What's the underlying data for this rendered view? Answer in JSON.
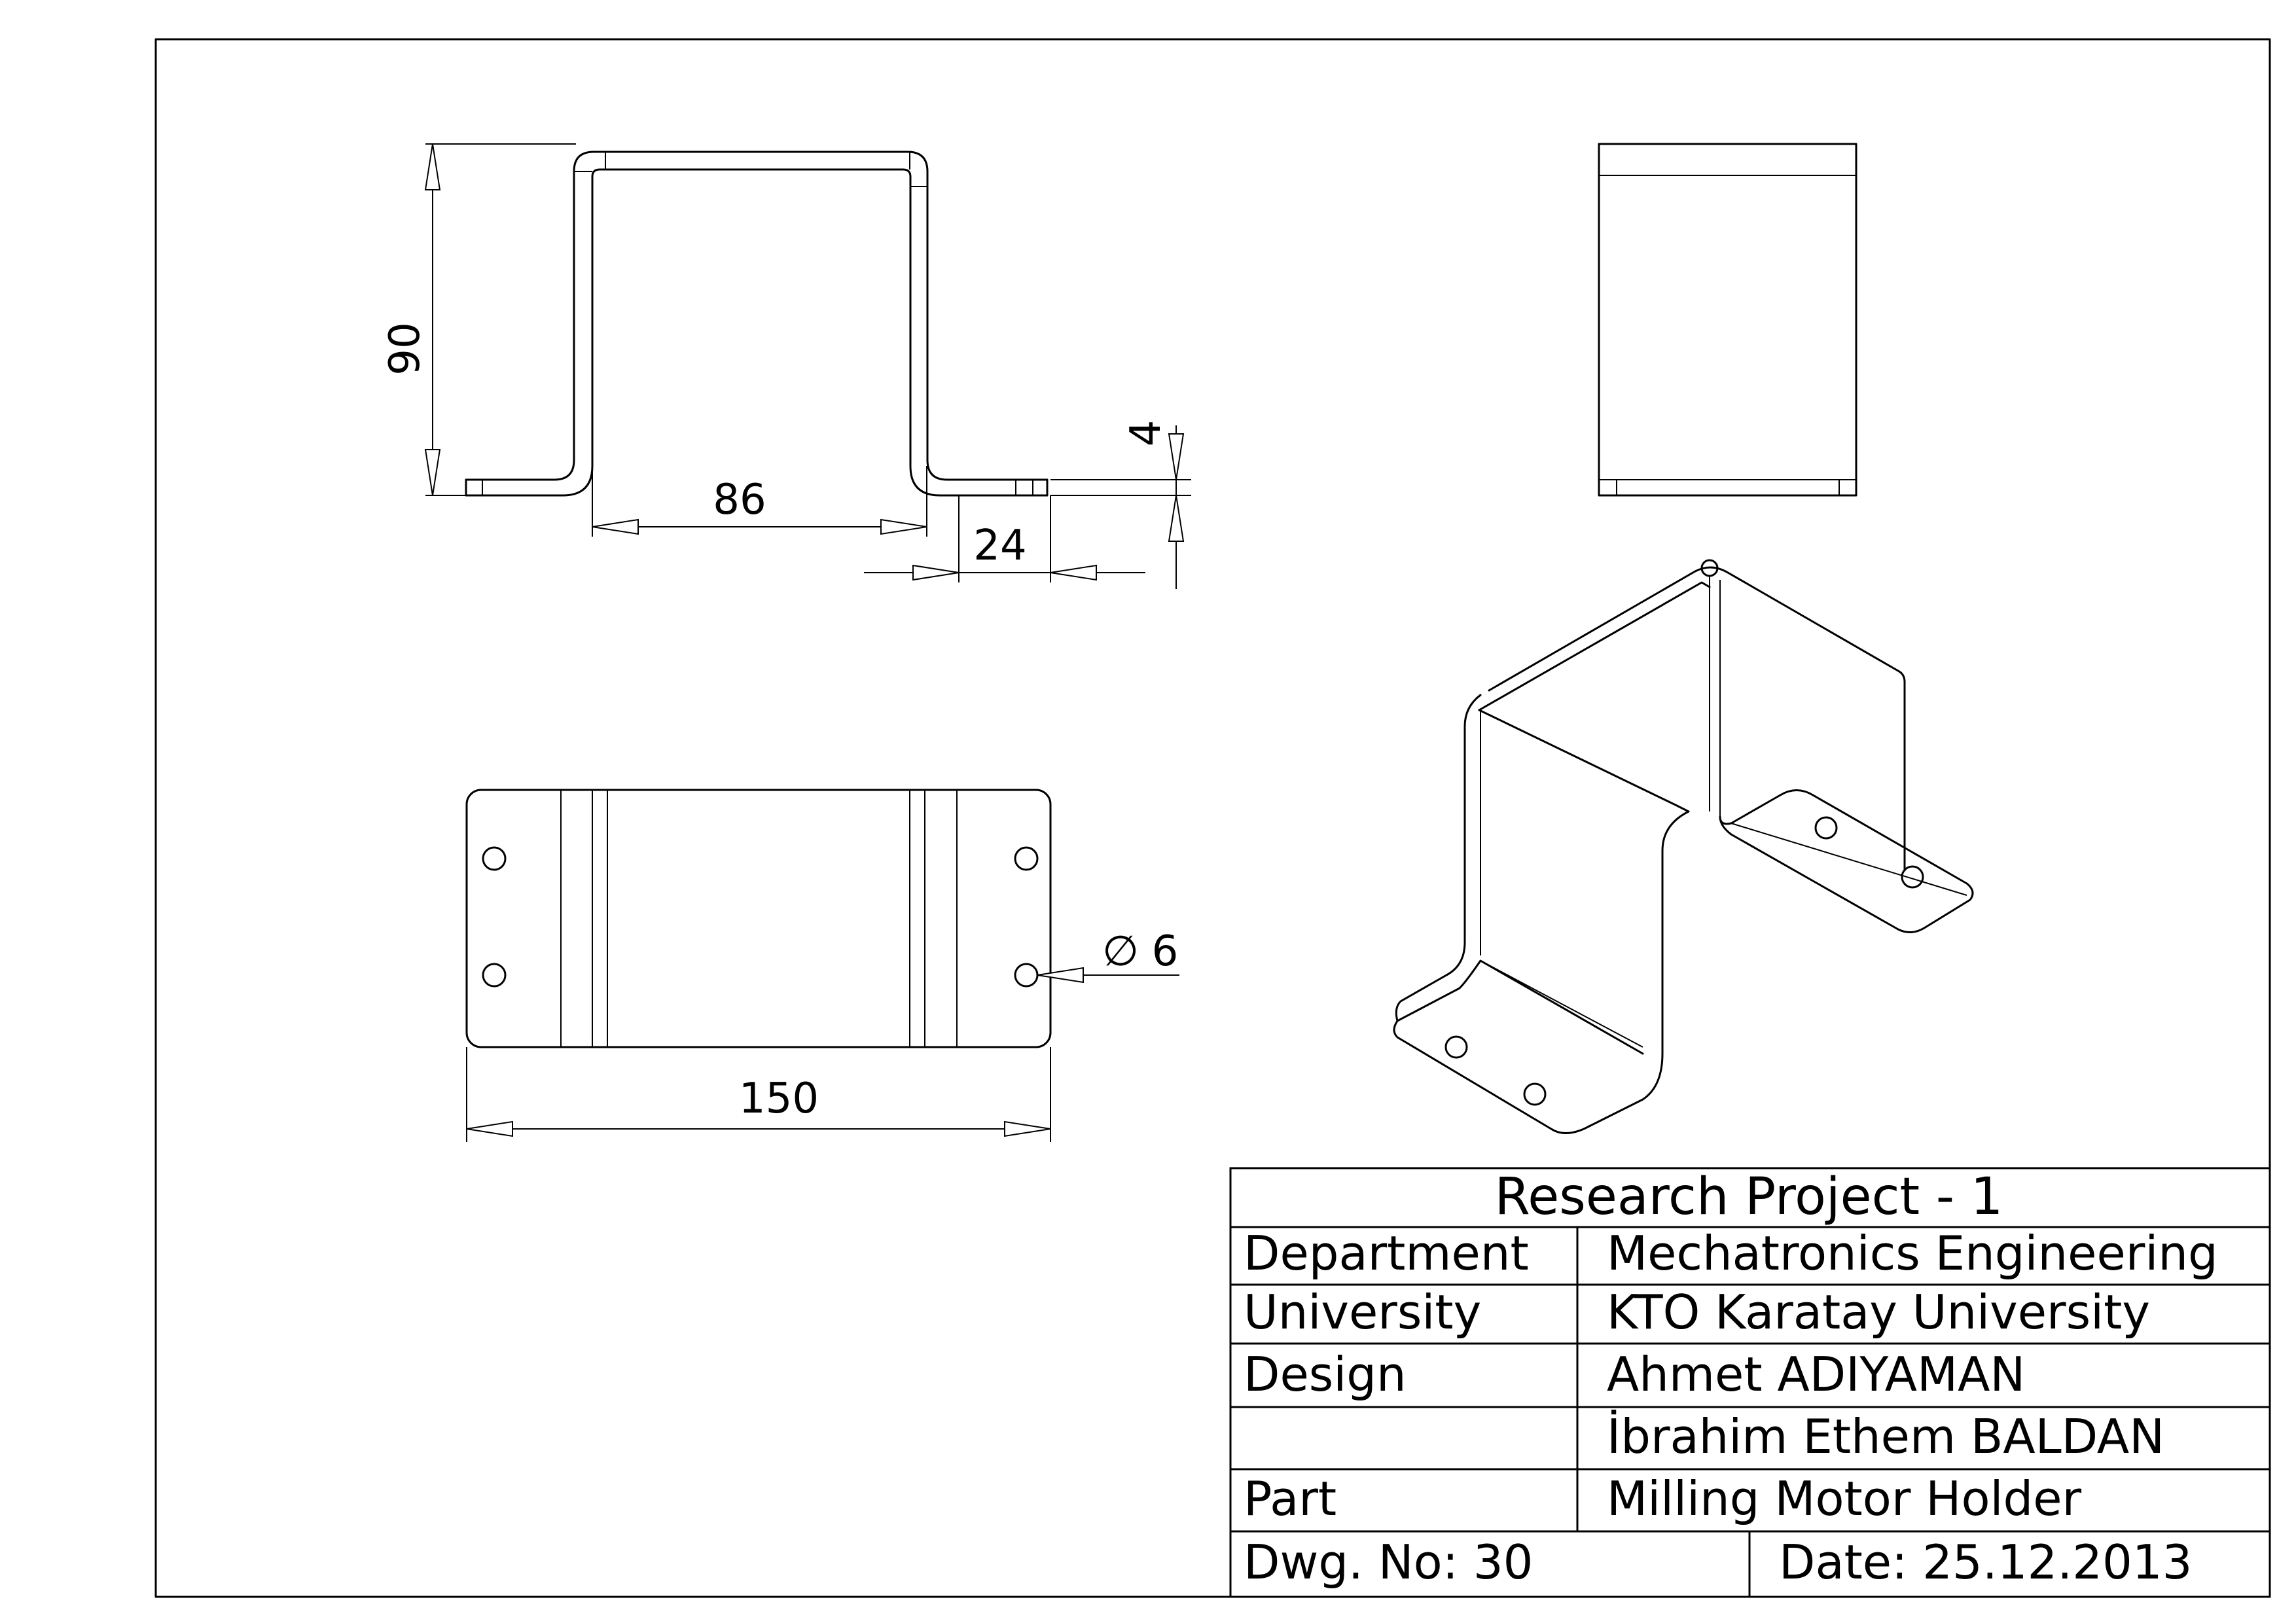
{
  "dimensions": {
    "height": "90",
    "inner_width": "86",
    "flange": "24",
    "thickness": "4",
    "hole_dia_symbol": "∅",
    "hole_dia": "6",
    "length": "150"
  },
  "title_block": {
    "title": "Research Project - 1",
    "rows": [
      {
        "label": "Department",
        "value": "Mechatronics Engineering"
      },
      {
        "label": "University",
        "value": "KTO Karatay University"
      },
      {
        "label": "Design",
        "value": "Ahmet ADIYAMAN"
      },
      {
        "label": "",
        "value": "İbrahim Ethem BALDAN"
      },
      {
        "label": "Part",
        "value": "Milling Motor Holder"
      }
    ],
    "dwg_no": "Dwg. No: 30",
    "date": "Date: 25.12.2013"
  }
}
